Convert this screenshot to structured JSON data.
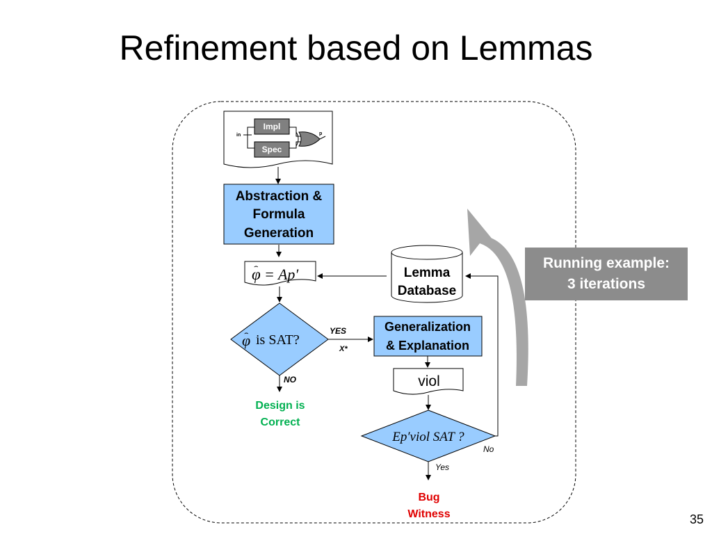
{
  "slide": {
    "title": "Refinement based on Lemmas",
    "page_number": "35"
  },
  "diagram": {
    "circuit": {
      "impl_label": "Impl",
      "spec_label": "Spec",
      "input_label": "in",
      "output_label": "p"
    },
    "abstraction_box": [
      "Abstraction &",
      "Formula",
      "Generation"
    ],
    "formula_doc": {
      "lhs": "φ",
      "rhs": "= Ap′"
    },
    "sat_decision": {
      "sym": "φ",
      "text": " is SAT?"
    },
    "yes_label": "YES",
    "cex_label": "X*",
    "no_label": "NO",
    "design_correct": [
      "Design is",
      "Correct"
    ],
    "lemma_database": [
      "Lemma",
      "Database"
    ],
    "generalization_box": [
      "Generalization",
      "& Explanation"
    ],
    "viol_doc": "viol",
    "viol_decision": "Ep′viol SAT ?",
    "loop_no_label": "No",
    "loop_yes_label": "Yes",
    "bug_witness": [
      "Bug",
      "Witness"
    ],
    "running_example": [
      "Running example:",
      "3 iterations"
    ]
  },
  "colors": {
    "box_fill": "#99ccff",
    "green_text": "#00b050",
    "red_text": "#e00000",
    "callout_fill": "#8c8c8c",
    "arrow_gray": "#a6a6a6"
  }
}
